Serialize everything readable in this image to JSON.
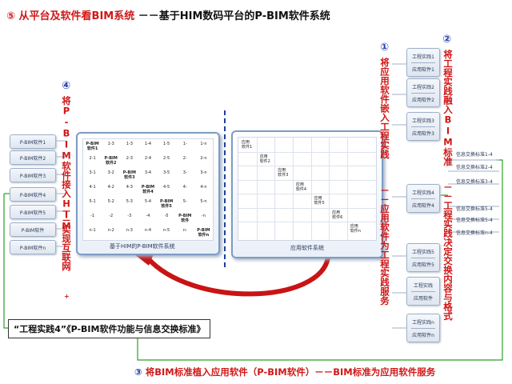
{
  "title": {
    "circle": "⑤",
    "main": "从平台及软件看BIM系统",
    "sub": "－－基于HIM数码平台的P-BIM软件系统"
  },
  "labels": {
    "c1": "①",
    "c2": "②",
    "c3": "③",
    "c4": "④",
    "v1": "将应用软件嵌入工程实践",
    "v1b": "－－应用软件为工程实践服务",
    "v2": "将工程实践融入BIM标准",
    "v2b": "－－工程实践决定交换内容与格式",
    "v4": "将P-BIM软件接入HIM",
    "v4b": "－－实现互联网",
    "v4dot": "+",
    "bottom": "将BIM标准植入应用软件（P-BIM软件）－－BIM标准为应用软件服务",
    "note": "“工程实践4”《P-BIM软件功能与信息交换标准》"
  },
  "left_stack": [
    "P-BIM软件1",
    "P-BIM软件2",
    "P-BIM软件3",
    "P-BIM软件4",
    "P-BIM软件5",
    "P-BIM软件",
    "P-BIM软件n"
  ],
  "right_stack": [
    {
      "top": "工程实践1",
      "bottom": "应用软件1"
    },
    {
      "top": "工程实践2",
      "bottom": "应用软件2"
    },
    {
      "top": "工程实践3",
      "bottom": "应用软件3"
    },
    {
      "top": "工程实践4",
      "bottom": "应用软件4"
    },
    {
      "top": "工程实践5",
      "bottom": "应用软件5"
    },
    {
      "top": "工程实践",
      "bottom": "应用软件"
    },
    {
      "top": "工程实践n",
      "bottom": "应用软件n"
    }
  ],
  "std_labels": [
    "信息交换标准1-4",
    "信息交换标准2-4",
    "信息交换标准3-4",
    "信息交换标准5-4",
    "信息交换标准n-4"
  ],
  "panel_left": {
    "caption": "基于HIM的P-BIM软件系统",
    "header": [
      "P-BIM\n软件1",
      "1-3",
      "1-3",
      "1-4",
      "1-5",
      "1-",
      "1-n"
    ],
    "rows": [
      [
        "2-1",
        "P-BIM\n软件2",
        "2-3",
        "2-4",
        "2-5",
        "2-",
        "2-n"
      ],
      [
        "3-1",
        "3-2",
        "P-BIM\n软件3",
        "3-4",
        "3-5",
        "3-",
        "3-n"
      ],
      [
        "4-1",
        "4-2",
        "4-3",
        "P-BIM\n软件4",
        "4-5",
        "4-",
        "4-n"
      ],
      [
        "5-1",
        "5-2",
        "5-3",
        "5-4",
        "P-BIM\n软件5",
        "5-",
        "5-n"
      ],
      [
        "-1",
        "-2",
        "-3",
        "-4",
        "-5",
        "P-BIM\n软件",
        "-n"
      ],
      [
        "n-1",
        "n-2",
        "n-3",
        "n-4",
        "n-5",
        "n-",
        "P-BIM\n软件n"
      ]
    ]
  },
  "panel_right": {
    "caption": "应用软件系统",
    "items": [
      "应用\n软件1",
      "应用\n软件2",
      "应用\n软件3",
      "应用\n软件4",
      "应用\n软件5",
      "应用\n软件6",
      "应用\n软件n"
    ]
  }
}
